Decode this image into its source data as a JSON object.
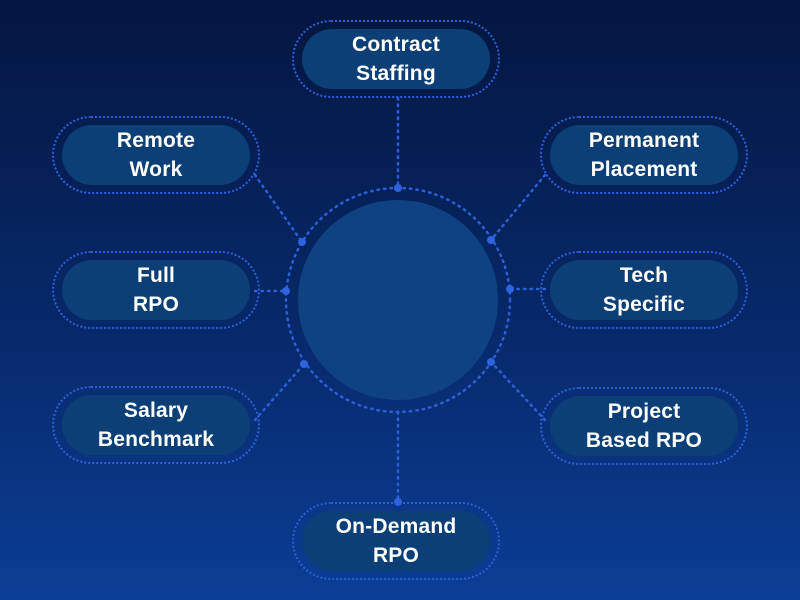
{
  "nodes": [
    {
      "id": "contract-staffing",
      "lines": [
        "Contract",
        "Staffing"
      ]
    },
    {
      "id": "permanent-placement",
      "lines": [
        "Permanent",
        "Placement"
      ]
    },
    {
      "id": "tech-specific",
      "lines": [
        "Tech",
        "Specific"
      ]
    },
    {
      "id": "project-based-rpo",
      "lines": [
        "Project",
        "Based RPO"
      ]
    },
    {
      "id": "on-demand-rpo",
      "lines": [
        "On-Demand",
        "RPO"
      ]
    },
    {
      "id": "salary-benchmark",
      "lines": [
        "Salary",
        "Benchmark"
      ]
    },
    {
      "id": "full-rpo",
      "lines": [
        "Full",
        "RPO"
      ]
    },
    {
      "id": "remote-work",
      "lines": [
        "Remote",
        "Work"
      ]
    }
  ],
  "colors": {
    "background_top": "#041640",
    "background_bottom": "#0b3e96",
    "node_fill": "#0c3f76",
    "hub_fill": "#0f4280",
    "dotted_line": "#2a5fd8",
    "junction_dot": "#2e63e0",
    "text": "#ffffff"
  }
}
